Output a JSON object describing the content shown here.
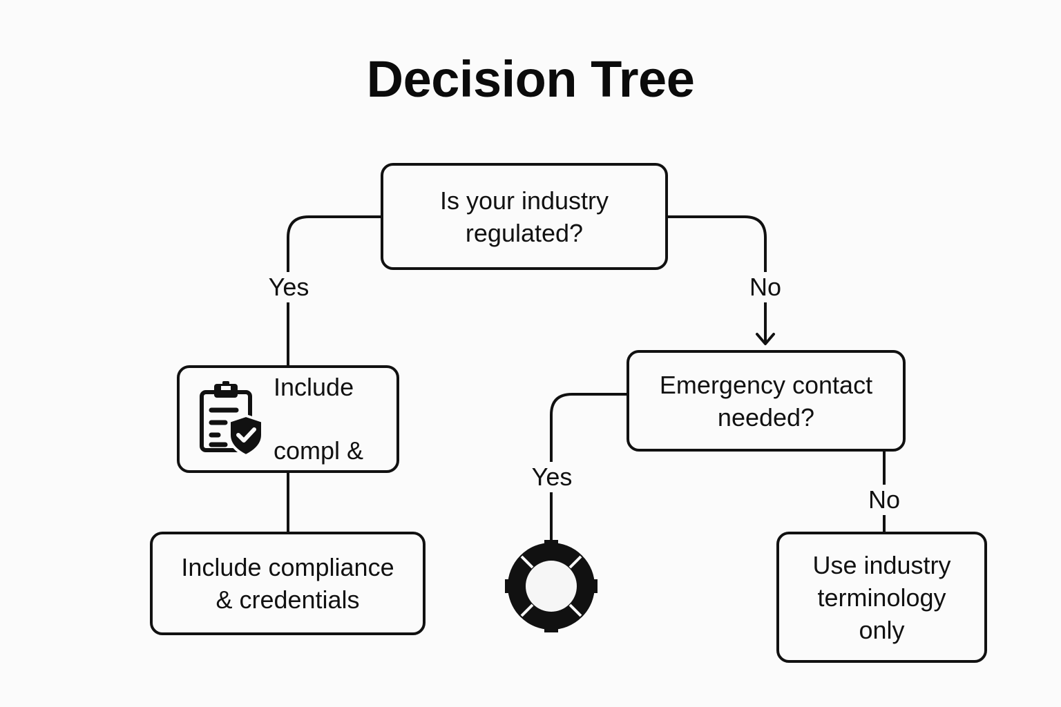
{
  "title": "Decision Tree",
  "nodes": {
    "root": {
      "text": "Is your industry\nregulated?"
    },
    "emergency": {
      "text": "Emergency contact\nneeded?"
    },
    "include_short": {
      "line1": "Include",
      "line2": "compl &",
      "icon": "clipboard-shield-check-icon"
    },
    "include_long": {
      "text": "Include compliance\n& credentials"
    },
    "terminology": {
      "text": "Use industry\nterminology\nonly"
    },
    "lifebuoy": {
      "icon": "lifebuoy-icon"
    }
  },
  "edges": {
    "root_yes": "Yes",
    "root_no": "No",
    "emergency_yes": "Yes",
    "emergency_no": "No"
  },
  "colors": {
    "stroke": "#111111",
    "background": "#fbfbfb"
  }
}
